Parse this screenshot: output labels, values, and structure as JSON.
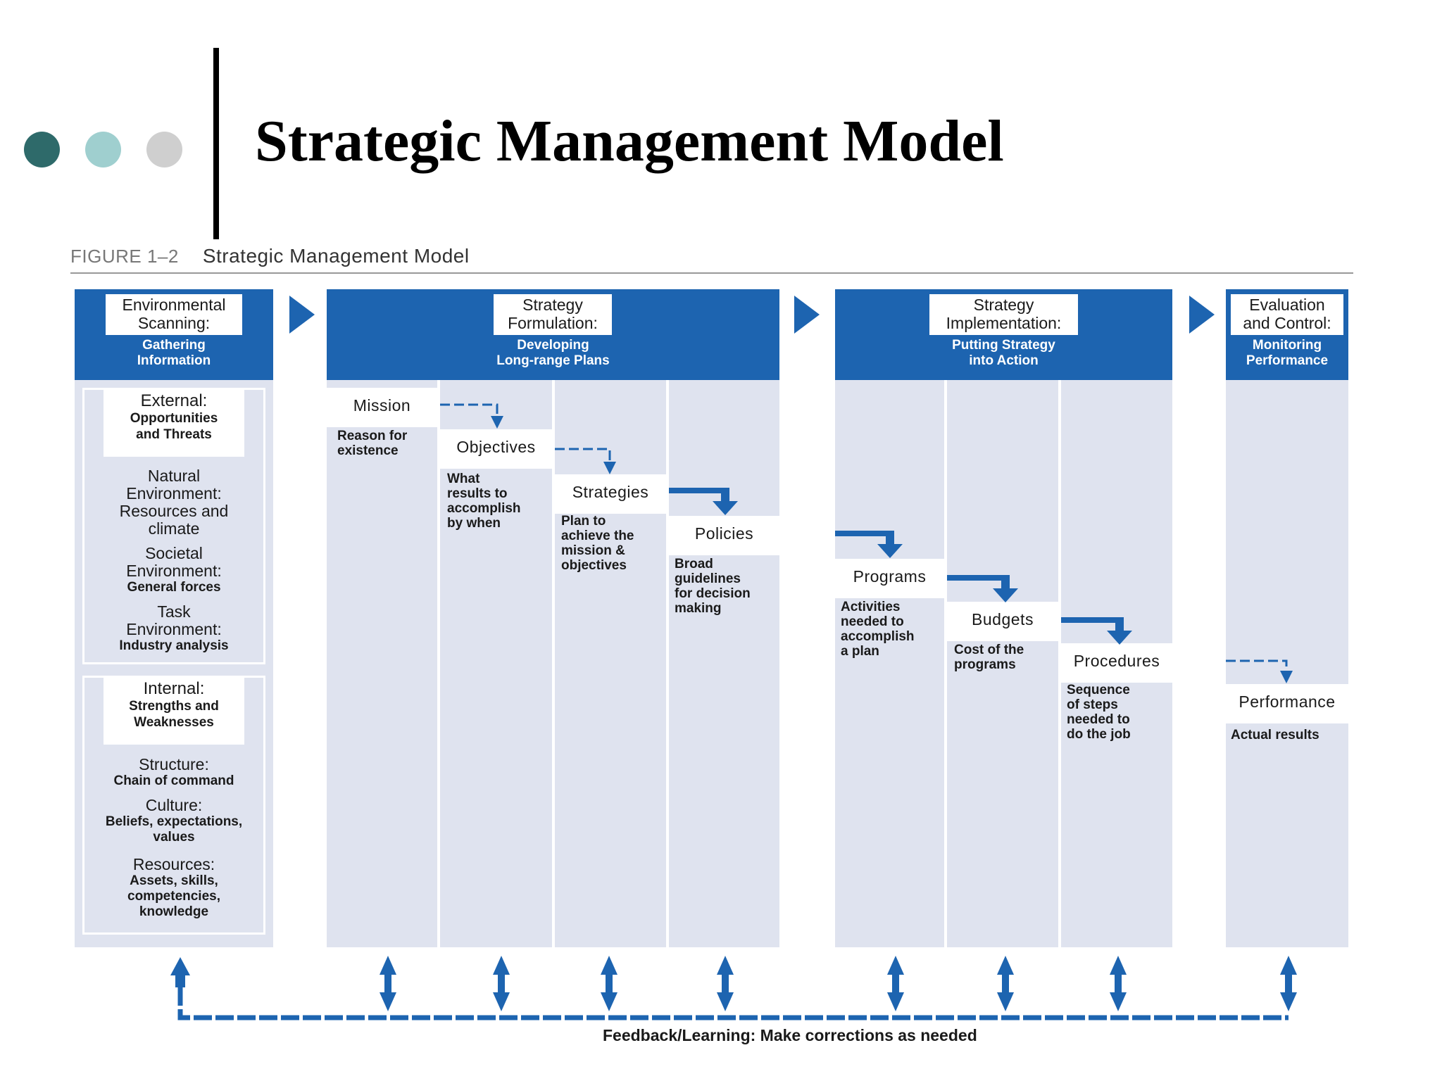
{
  "slide": {
    "title": "Strategic Management Model",
    "dot_colors": [
      "#2e6a6a",
      "#9fcfcf",
      "#cfcfcf"
    ]
  },
  "figure": {
    "number": "FIGURE 1–2",
    "caption": "Strategic Management Model"
  },
  "colors": {
    "phase_blue": "#1d64b0",
    "column_bg": "#dfe3ef",
    "white": "#ffffff"
  },
  "phases": [
    {
      "name_line1": "Environmental",
      "name_line2": "Scanning:",
      "sub_line1": "Gathering",
      "sub_line2": "Information"
    },
    {
      "name_line1": "Strategy",
      "name_line2": "Formulation:",
      "sub_line1": "Developing",
      "sub_line2": "Long-range Plans"
    },
    {
      "name_line1": "Strategy",
      "name_line2": "Implementation:",
      "sub_line1": "Putting Strategy",
      "sub_line2": "into Action"
    },
    {
      "name_line1": "Evaluation",
      "name_line2": "and Control:",
      "sub_line1": "Monitoring",
      "sub_line2": "Performance"
    }
  ],
  "environment": {
    "external": {
      "heading": "External:",
      "sub_line1": "Opportunities",
      "sub_line2": "and Threats",
      "items": [
        {
          "h1": "Natural",
          "h2": "Environment:",
          "h3": "Resources and",
          "h4": "climate"
        },
        {
          "h1": "Societal",
          "h2": "Environment:",
          "s1": "General forces"
        },
        {
          "h1": "Task",
          "h2": "Environment:",
          "s1": "Industry analysis"
        }
      ]
    },
    "internal": {
      "heading": "Internal:",
      "sub_line1": "Strengths and",
      "sub_line2": "Weaknesses",
      "items": [
        {
          "h1": "Structure:",
          "s1": "Chain of command"
        },
        {
          "h1": "Culture:",
          "s1": "Beliefs, expectations,",
          "s2": "values"
        },
        {
          "h1": "Resources:",
          "s1": "Assets, skills,",
          "s2": "competencies,",
          "s3": "knowledge"
        }
      ]
    }
  },
  "steps": [
    {
      "label": "Mission",
      "d1": "Reason for",
      "d2": "existence"
    },
    {
      "label": "Objectives",
      "d1": "What",
      "d2": "results to",
      "d3": "accomplish",
      "d4": "by when"
    },
    {
      "label": "Strategies",
      "d1": "Plan to",
      "d2": "achieve the",
      "d3": "mission &",
      "d4": "objectives"
    },
    {
      "label": "Policies",
      "d1": "Broad",
      "d2": "guidelines",
      "d3": "for decision",
      "d4": "making"
    },
    {
      "label": "Programs",
      "d1": "Activities",
      "d2": "needed to",
      "d3": "accomplish",
      "d4": "a plan"
    },
    {
      "label": "Budgets",
      "d1": "Cost of the",
      "d2": "programs"
    },
    {
      "label": "Procedures",
      "d1": "Sequence",
      "d2": "of steps",
      "d3": "needed to",
      "d4": "do the job"
    },
    {
      "label": "Performance",
      "d1": "Actual results"
    }
  ],
  "feedback": {
    "text": "Feedback/Learning: Make corrections as needed"
  }
}
